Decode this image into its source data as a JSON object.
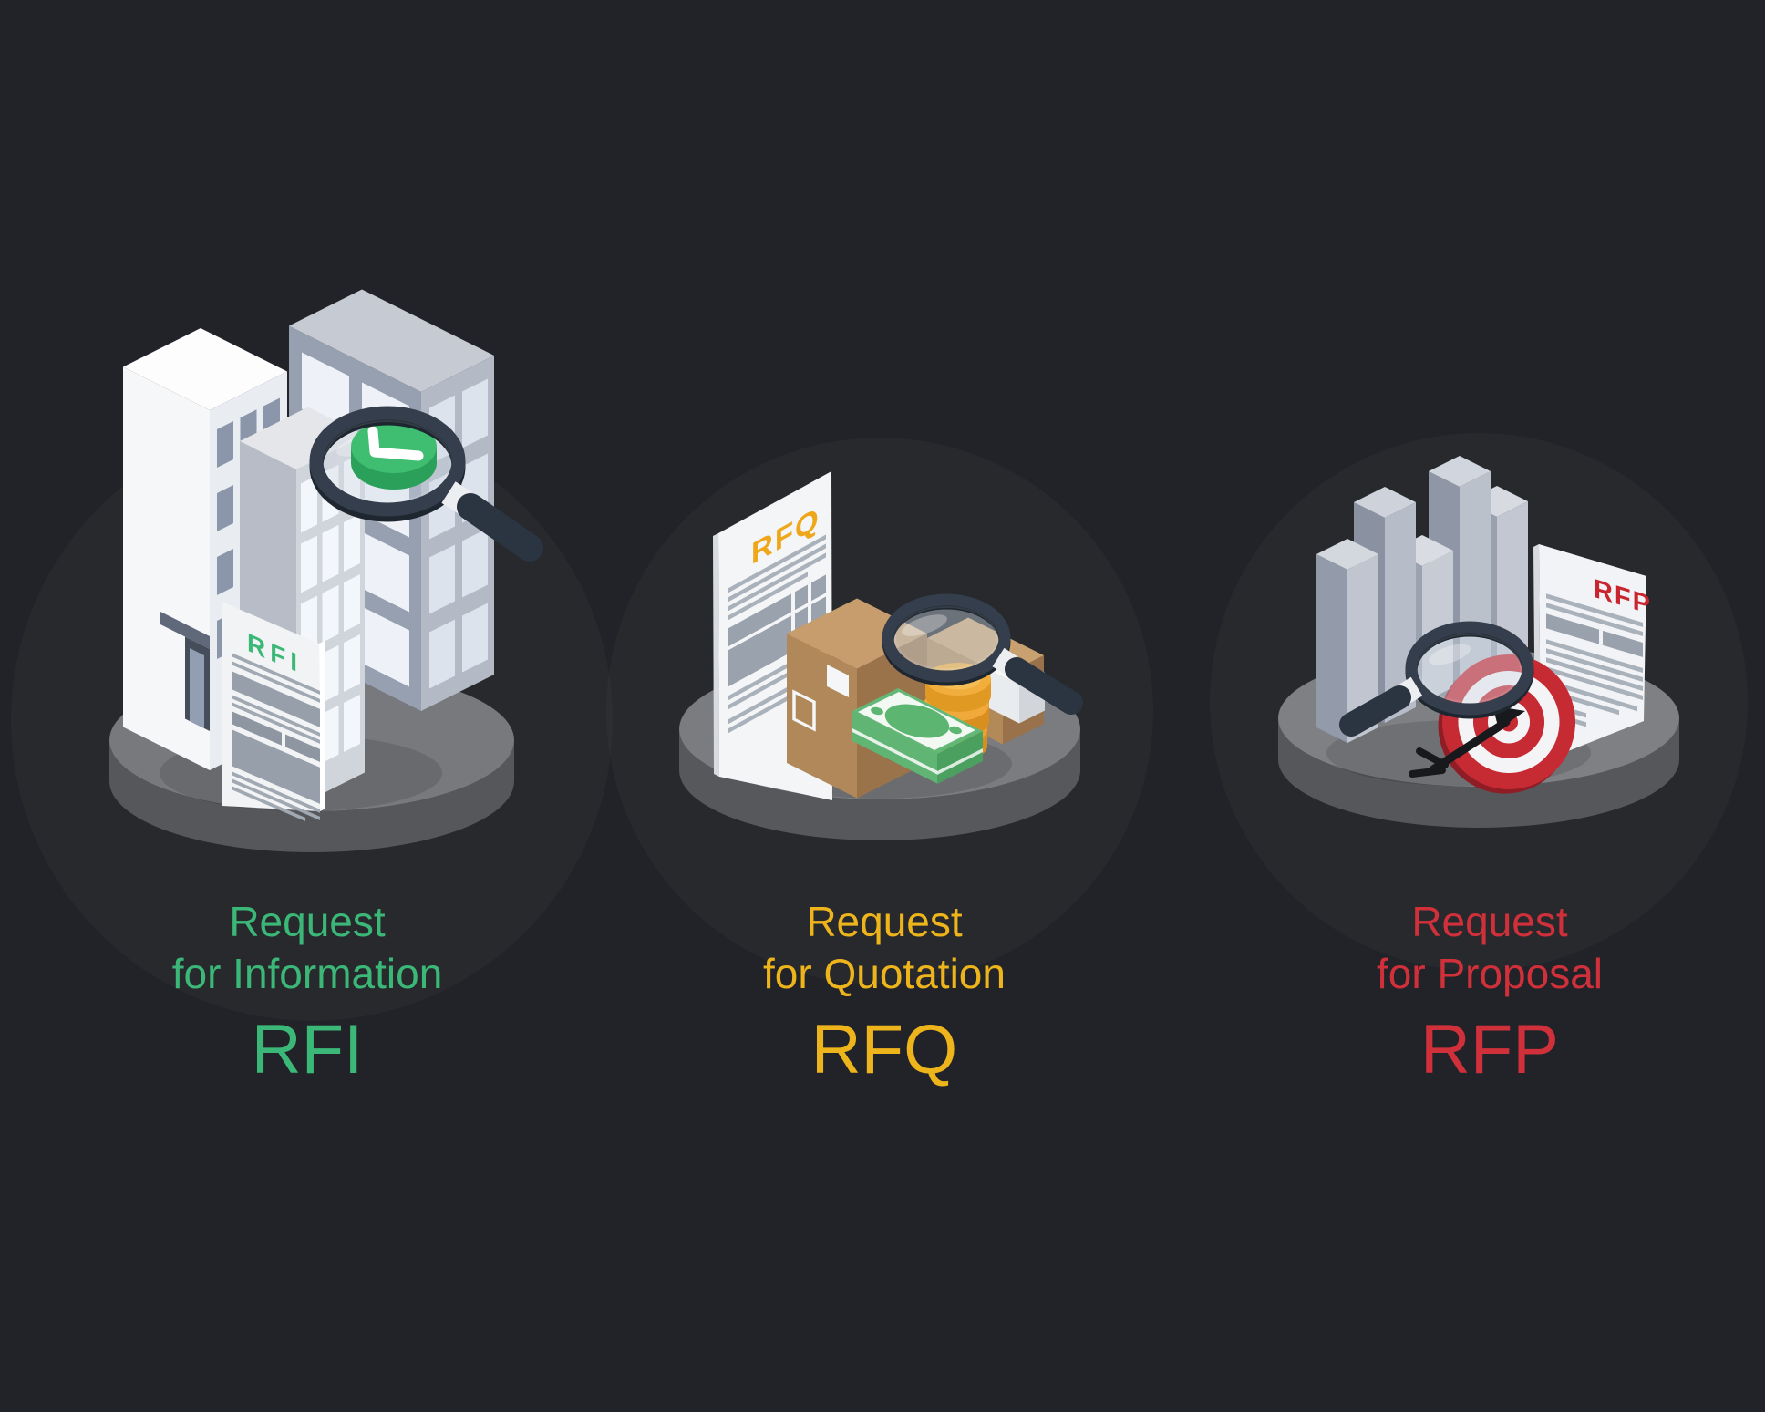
{
  "background_color": "#212328",
  "palette": {
    "platform_top": "#77797d",
    "platform_side": "#55575b",
    "magnifier_rim": "#343d4a",
    "building_white": "#f6f7f9",
    "building_gray_blue": "#97a0b1",
    "cardboard": "#c79d6d",
    "money_green": "#63b877",
    "coin_gold": "#eda32e",
    "target_red": "#c62a33",
    "check_green": "#3fbe71"
  },
  "items": [
    {
      "id": "rfi",
      "caption_line1": "Request",
      "caption_line2": "for Information",
      "abbr": "RFI",
      "doc_label": "RFI",
      "accent_color": "#3bb877",
      "icons": [
        "office-buildings-icon",
        "magnifier-check-icon",
        "rfi-document-icon",
        "platform-icon"
      ]
    },
    {
      "id": "rfq",
      "caption_line1": "Request",
      "caption_line2": "for Quotation",
      "abbr": "RFQ",
      "doc_label": "RFQ",
      "accent_color": "#eeb41c",
      "icons": [
        "rfq-document-icon",
        "package-box-icon",
        "cash-money-icon",
        "coins-icon",
        "magnifier-icon",
        "platform-icon"
      ]
    },
    {
      "id": "rfp",
      "caption_line1": "Request",
      "caption_line2": "for Proposal",
      "abbr": "RFP",
      "doc_label": "RFP",
      "accent_color": "#d0303a",
      "icons": [
        "bar-columns-icon",
        "magnifier-icon",
        "target-arrow-icon",
        "rfp-document-icon",
        "platform-icon"
      ]
    }
  ]
}
